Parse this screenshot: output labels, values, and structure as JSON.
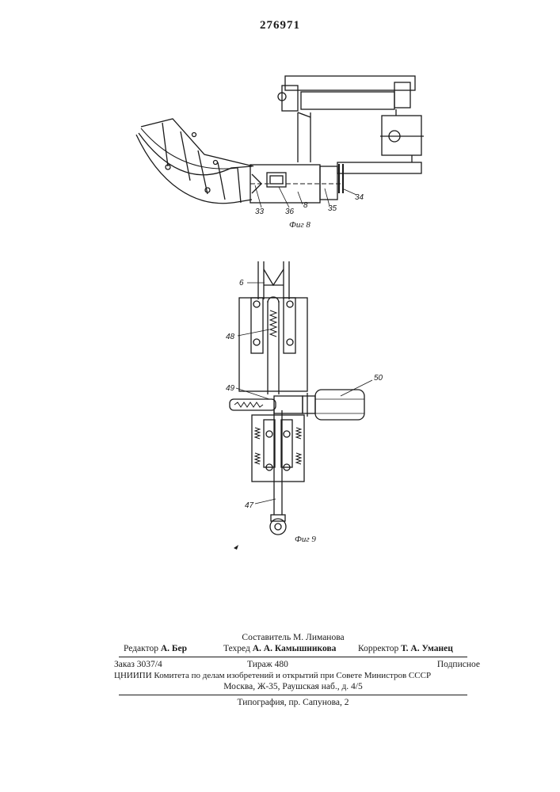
{
  "patent_number": "276971",
  "figures": {
    "fig8": {
      "caption": "Фиг 8",
      "labels": {
        "l33": "33",
        "l36": "36",
        "l8": "8",
        "l35": "35",
        "l34": "34"
      }
    },
    "fig9": {
      "caption": "Фиг 9",
      "labels": {
        "l6": "6",
        "l48": "48",
        "l49": "49",
        "l50": "50",
        "l47": "47"
      }
    }
  },
  "imprint": {
    "compiler": "Составитель М. Лиманова",
    "editor_role": "Редактор",
    "editor_name": "А. Бер",
    "techred_role": "Техред",
    "techred_name": "А. А. Камышникова",
    "corrector_role": "Корректор",
    "corrector_name": "Т. А. Уманец",
    "order": "Заказ 3037/4",
    "circulation": "Тираж 480",
    "subscription": "Подписное",
    "org_line": "ЦНИИПИ Комитета по делам изобретений и открытий при Совете Министров СССР",
    "address": "Москва, Ж-35, Раушская наб., д. 4/5",
    "printer": "Типография, пр. Сапунова, 2"
  }
}
